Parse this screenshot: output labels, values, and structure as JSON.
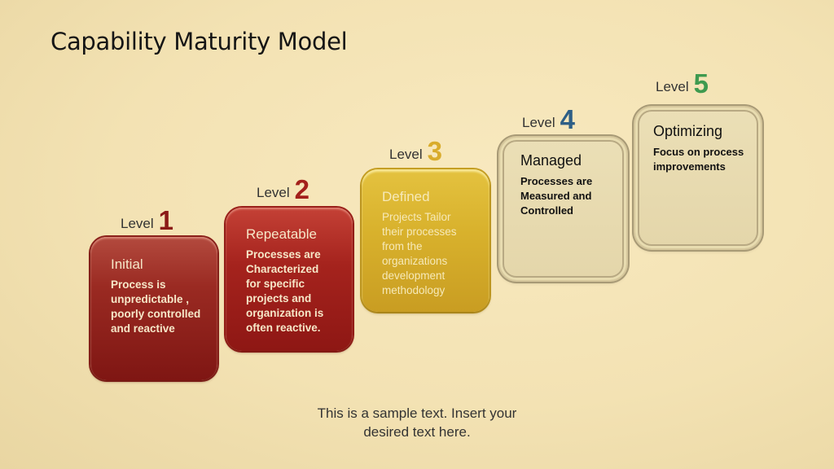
{
  "title": "Capability Maturity Model",
  "levels": [
    {
      "label": "Level",
      "number": "1",
      "number_color": "#8b1a17",
      "name": "Initial",
      "description": "Process is unpredictable , poorly controlled and reactive",
      "box_color": "#8b1e1a"
    },
    {
      "label": "Level",
      "number": "2",
      "number_color": "#a3201b",
      "name": "Repeatable",
      "description": "Processes are Characterized for specific projects and organization is often reactive.",
      "box_color": "#a3231d"
    },
    {
      "label": "Level",
      "number": "3",
      "number_color": "#d9ac2c",
      "name": "Defined",
      "description": "Projects Tailor their processes from the organizations development methodology",
      "box_color": "#d8b12c"
    },
    {
      "label": "Level",
      "number": "4",
      "number_color": "#2e5f86",
      "name": "Managed",
      "description": "Processes are Measured and Controlled",
      "box_color": "#e6d9ad"
    },
    {
      "label": "Level",
      "number": "5",
      "number_color": "#3e9a4f",
      "name": "Optimizing",
      "description": "Focus on process improvements",
      "box_color": "#e6d9ad"
    }
  ],
  "footer": {
    "line1": "This is a sample text. Insert your",
    "line2": "desired text here."
  }
}
